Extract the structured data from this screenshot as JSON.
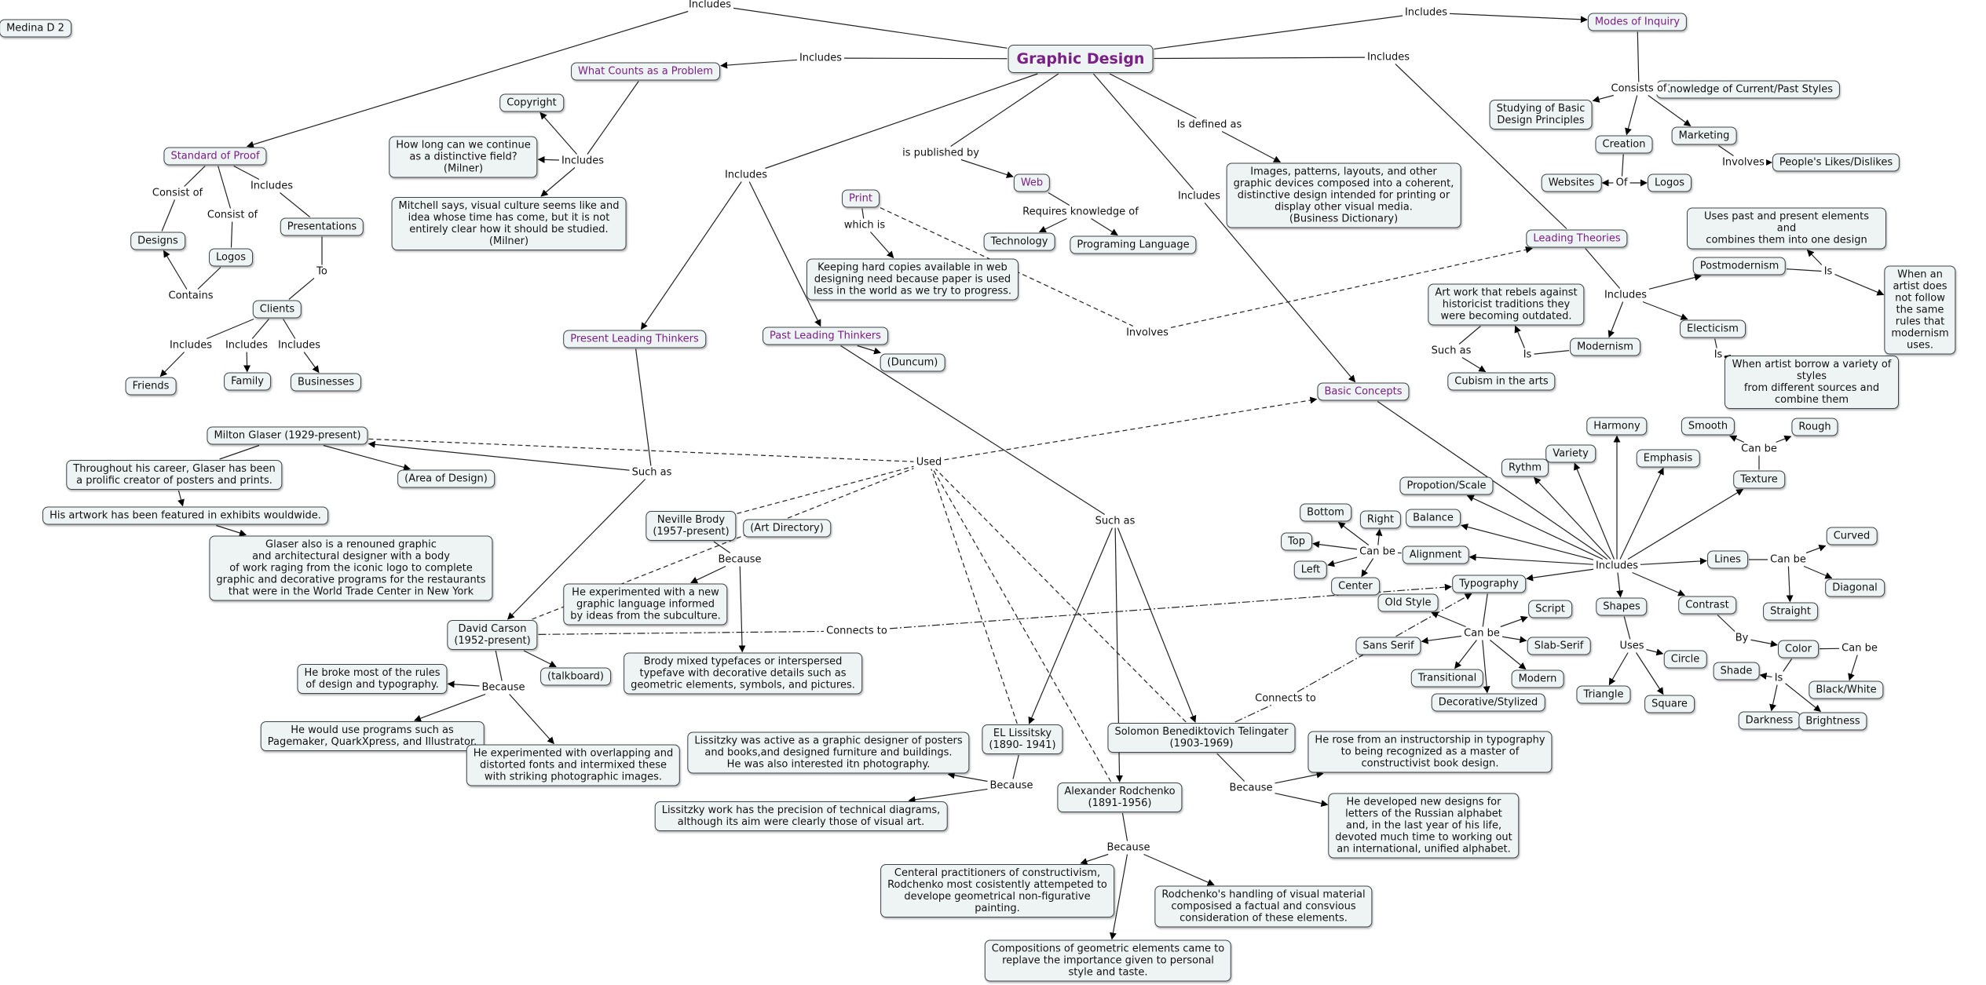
{
  "nodes": [
    {
      "id": "medina",
      "text": "Medina D 2",
      "cls": ""
    },
    {
      "id": "gd",
      "text": "Graphic Design",
      "cls": "root"
    },
    {
      "id": "wcp",
      "text": "What Counts as a Problem",
      "cls": "purple"
    },
    {
      "id": "moi",
      "text": "Modes of Inquiry",
      "cls": "purple"
    },
    {
      "id": "sop",
      "text": "Standard of Proof",
      "cls": "purple"
    },
    {
      "id": "copyright",
      "text": "Copyright",
      "cls": ""
    },
    {
      "id": "howlong",
      "text": "How long can we continue\nas a distinctive field?\n(Milner)",
      "cls": ""
    },
    {
      "id": "mitchell",
      "text": "Mitchell says, visual culture seems like and\nidea whose time has come, but it is not\nentirely clear how it should be studied.\n(Milner)",
      "cls": ""
    },
    {
      "id": "designs",
      "text": "Designs",
      "cls": ""
    },
    {
      "id": "logos1",
      "text": "Logos",
      "cls": ""
    },
    {
      "id": "presentations",
      "text": "Presentations",
      "cls": ""
    },
    {
      "id": "clients",
      "text": "Clients",
      "cls": ""
    },
    {
      "id": "friends",
      "text": "Friends",
      "cls": ""
    },
    {
      "id": "family",
      "text": "Family",
      "cls": ""
    },
    {
      "id": "businesses",
      "text": "Businesses",
      "cls": ""
    },
    {
      "id": "print",
      "text": "Print",
      "cls": "purple"
    },
    {
      "id": "web",
      "text": "Web",
      "cls": "purple"
    },
    {
      "id": "technology",
      "text": "Technology",
      "cls": ""
    },
    {
      "id": "proglang",
      "text": "Programing Language",
      "cls": ""
    },
    {
      "id": "keeping",
      "text": "Keeping hard copies available in web\ndesigning need because paper is used\nless in the world as we try to progress.",
      "cls": ""
    },
    {
      "id": "images",
      "text": "Images, patterns, layouts, and other\ngraphic devices composed into a coherent,\ndistinctive design intended for printing or\ndisplay other visual media.\n(Business Dictionary)",
      "cls": ""
    },
    {
      "id": "studying",
      "text": "Studying of Basic\nDesign Principles",
      "cls": ""
    },
    {
      "id": "knowledge",
      "text": "Knowledge of Current/Past Styles",
      "cls": ""
    },
    {
      "id": "creation",
      "text": "Creation",
      "cls": ""
    },
    {
      "id": "marketing",
      "text": "Marketing",
      "cls": ""
    },
    {
      "id": "websites",
      "text": "Websites",
      "cls": ""
    },
    {
      "id": "logos2",
      "text": "Logos",
      "cls": ""
    },
    {
      "id": "peoples",
      "text": "People's Likes/Dislikes",
      "cls": ""
    },
    {
      "id": "leading",
      "text": "Leading Theories",
      "cls": "purple"
    },
    {
      "id": "postmodernism",
      "text": "Postmodernism",
      "cls": ""
    },
    {
      "id": "usespast",
      "text": "Uses past and present elements and\ncombines them into one design",
      "cls": ""
    },
    {
      "id": "whenartist",
      "text": "When an artist does not follow\nthe same rules that modernism\nuses.",
      "cls": ""
    },
    {
      "id": "modernism",
      "text": "Modernism",
      "cls": ""
    },
    {
      "id": "artwork",
      "text": "Art work that rebels against\nhistoricist traditions they\nwere becoming outdated.",
      "cls": ""
    },
    {
      "id": "cubism",
      "text": "Cubism in the arts",
      "cls": ""
    },
    {
      "id": "eclecticism",
      "text": "Electicism",
      "cls": ""
    },
    {
      "id": "borrow",
      "text": "When artist borrow a variety of styles\nfrom different sources and combine them",
      "cls": ""
    },
    {
      "id": "present",
      "text": "Present Leading Thinkers",
      "cls": "purple"
    },
    {
      "id": "past",
      "text": "Past Leading Thinkers",
      "cls": "purple"
    },
    {
      "id": "duncum",
      "text": "(Duncum)",
      "cls": ""
    },
    {
      "id": "basic",
      "text": "Basic Concepts",
      "cls": "purple"
    },
    {
      "id": "milton",
      "text": "Milton Glaser (1929-present)",
      "cls": ""
    },
    {
      "id": "throughout",
      "text": "Throughout his career, Glaser has been\na prolific creator of posters and prints.",
      "cls": ""
    },
    {
      "id": "areaofdesign",
      "text": "(Area of Design)",
      "cls": ""
    },
    {
      "id": "exhibits",
      "text": "His artwork has been featured in exhibits wouldwide.",
      "cls": ""
    },
    {
      "id": "glaseralso",
      "text": "Glaser also is a renouned graphic\nand architectural designer with a body\nof work raging from the iconic logo to complete\ngraphic and decorative programs for the restaurants\nthat were in the World Trade Center in New York",
      "cls": ""
    },
    {
      "id": "brody",
      "text": "Neville Brody\n(1957-present)",
      "cls": ""
    },
    {
      "id": "artdirectory",
      "text": "(Art Directory)",
      "cls": ""
    },
    {
      "id": "newgraphic",
      "text": "He experimented with a new\ngraphic language informed\nby ideas from the subculture.",
      "cls": ""
    },
    {
      "id": "brodymixed",
      "text": "Brody mixed typefaces or interspersed\ntypefave with decorative details such as\ngeometric elements, symbols, and pictures.",
      "cls": ""
    },
    {
      "id": "carson",
      "text": "David Carson\n(1952-present)",
      "cls": ""
    },
    {
      "id": "talkboard",
      "text": "(talkboard)",
      "cls": ""
    },
    {
      "id": "broke",
      "text": "He broke most of the rules\nof design and typography.",
      "cls": ""
    },
    {
      "id": "woulduse",
      "text": "He would use programs such as\nPagemaker, QuarkXpress, and Illustrator.",
      "cls": ""
    },
    {
      "id": "overlapping",
      "text": "He experimented with overlapping and\ndistorted fonts and intermixed these\nwith striking photographic images.",
      "cls": ""
    },
    {
      "id": "lissitzky",
      "text": "EL Lissitsky\n(1890- 1941)",
      "cls": ""
    },
    {
      "id": "lissactive",
      "text": "Lissitzky was active as a graphic designer of posters\nand books,and designed furniture and buildings.\nHe was also interested itn photography.",
      "cls": ""
    },
    {
      "id": "lisswork",
      "text": "Lissitzky work has the precision of technical diagrams,\nalthough its aim were clearly those of visual art.",
      "cls": ""
    },
    {
      "id": "rodchenko",
      "text": "Alexander Rodchenko\n(1891-1956)",
      "cls": ""
    },
    {
      "id": "centeral",
      "text": "Centeral practitioners of constructivism,\nRodchenko most cosistently attempeted to\ndevelope geometrical non-figurative\npainting.",
      "cls": ""
    },
    {
      "id": "handling",
      "text": "Rodchenko's handling of visual material\ncomposised a factual and consvious\nconsideration of these elements.",
      "cls": ""
    },
    {
      "id": "compositions",
      "text": "Compositions of geometric elements came to\nreplave the importance given to personal\nstyle and taste.",
      "cls": ""
    },
    {
      "id": "telingater",
      "text": "Solomon Benediktovich Telingater\n(1903-1969)",
      "cls": ""
    },
    {
      "id": "rose",
      "text": "He rose from an instructorship in typography\nto being recognized as a master of\nconstructivist book design.",
      "cls": ""
    },
    {
      "id": "newdesigns",
      "text": "He developed new designs for\nletters of the Russian alphabet\nand, in the last year of his life,\ndevoted much time to working out\nan international, unified alphabet.",
      "cls": ""
    },
    {
      "id": "harmony",
      "text": "Harmony",
      "cls": ""
    },
    {
      "id": "variety",
      "text": "Variety",
      "cls": ""
    },
    {
      "id": "emphasis",
      "text": "Emphasis",
      "cls": ""
    },
    {
      "id": "rythm",
      "text": "Rythm",
      "cls": ""
    },
    {
      "id": "proportion",
      "text": "Propotion/Scale",
      "cls": ""
    },
    {
      "id": "balance",
      "text": "Balance",
      "cls": ""
    },
    {
      "id": "alignment",
      "text": "Alignment",
      "cls": ""
    },
    {
      "id": "bottom",
      "text": "Bottom",
      "cls": ""
    },
    {
      "id": "right",
      "text": "Right",
      "cls": ""
    },
    {
      "id": "top",
      "text": "Top",
      "cls": ""
    },
    {
      "id": "left",
      "text": "Left",
      "cls": ""
    },
    {
      "id": "center",
      "text": "Center",
      "cls": ""
    },
    {
      "id": "typography",
      "text": "Typography",
      "cls": ""
    },
    {
      "id": "oldstyle",
      "text": "Old Style",
      "cls": ""
    },
    {
      "id": "script",
      "text": "Script",
      "cls": ""
    },
    {
      "id": "sansserif",
      "text": "Sans Serif",
      "cls": ""
    },
    {
      "id": "slabserif",
      "text": "Slab-Serif",
      "cls": ""
    },
    {
      "id": "transitional",
      "text": "Transitional",
      "cls": ""
    },
    {
      "id": "modern",
      "text": "Modern",
      "cls": ""
    },
    {
      "id": "decorative",
      "text": "Decorative/Stylized",
      "cls": ""
    },
    {
      "id": "shapes",
      "text": "Shapes",
      "cls": ""
    },
    {
      "id": "circle",
      "text": "Circle",
      "cls": ""
    },
    {
      "id": "triangle",
      "text": "Triangle",
      "cls": ""
    },
    {
      "id": "square",
      "text": "Square",
      "cls": ""
    },
    {
      "id": "contrast",
      "text": "Contrast",
      "cls": ""
    },
    {
      "id": "color",
      "text": "Color",
      "cls": ""
    },
    {
      "id": "shade",
      "text": "Shade",
      "cls": ""
    },
    {
      "id": "blackwhite",
      "text": "Black/White",
      "cls": ""
    },
    {
      "id": "darkness",
      "text": "Darkness",
      "cls": ""
    },
    {
      "id": "brightness",
      "text": "Brightness",
      "cls": ""
    },
    {
      "id": "lines",
      "text": "Lines",
      "cls": ""
    },
    {
      "id": "curved",
      "text": "Curved",
      "cls": ""
    },
    {
      "id": "diagonal",
      "text": "Diagonal",
      "cls": ""
    },
    {
      "id": "straight",
      "text": "Straight",
      "cls": ""
    },
    {
      "id": "texture",
      "text": "Texture",
      "cls": ""
    },
    {
      "id": "smooth",
      "text": "Smooth",
      "cls": ""
    },
    {
      "id": "rough",
      "text": "Rough",
      "cls": ""
    }
  ],
  "labels": [
    {
      "id": "L_inc_top",
      "text": "Includes"
    },
    {
      "id": "L_inc_wcp",
      "text": "Includes"
    },
    {
      "id": "L_inc_moi",
      "text": "Includes"
    },
    {
      "id": "L_inc_lt",
      "text": "Includes"
    },
    {
      "id": "L_inc_milner",
      "text": "Includes"
    },
    {
      "id": "L_consist1",
      "text": "Consist of"
    },
    {
      "id": "L_consist2",
      "text": "Consist of"
    },
    {
      "id": "L_inc_sop",
      "text": "Includes"
    },
    {
      "id": "L_to",
      "text": "To"
    },
    {
      "id": "L_contains",
      "text": "Contains"
    },
    {
      "id": "L_inc_c1",
      "text": "Includes"
    },
    {
      "id": "L_inc_c2",
      "text": "Includes"
    },
    {
      "id": "L_inc_c3",
      "text": "Includes"
    },
    {
      "id": "L_inc_thinkers",
      "text": "Includes"
    },
    {
      "id": "L_published",
      "text": "is published by"
    },
    {
      "id": "L_requires",
      "text": "Requires knowledge of"
    },
    {
      "id": "L_whichis",
      "text": "which is"
    },
    {
      "id": "L_defined",
      "text": "Is defined as"
    },
    {
      "id": "L_inc_basic",
      "text": "Includes"
    },
    {
      "id": "L_consists",
      "text": "Consists of"
    },
    {
      "id": "L_of",
      "text": "Of"
    },
    {
      "id": "L_involves1",
      "text": "Involves"
    },
    {
      "id": "L_inc_theories",
      "text": "Includes"
    },
    {
      "id": "L_is_pm",
      "text": "Is"
    },
    {
      "id": "L_is_mod",
      "text": "Is"
    },
    {
      "id": "L_suchas_mod",
      "text": "Such as"
    },
    {
      "id": "L_is_ecl",
      "text": "Is"
    },
    {
      "id": "L_involves2",
      "text": "Involves"
    },
    {
      "id": "L_used",
      "text": "Used"
    },
    {
      "id": "L_suchas_present",
      "text": "Such as"
    },
    {
      "id": "L_suchas_past",
      "text": "Such as"
    },
    {
      "id": "L_because_brody",
      "text": "Because"
    },
    {
      "id": "L_because_carson",
      "text": "Because"
    },
    {
      "id": "L_connects1",
      "text": "Connects to"
    },
    {
      "id": "L_because_liss",
      "text": "Because"
    },
    {
      "id": "L_because_rod",
      "text": "Because"
    },
    {
      "id": "L_because_tel",
      "text": "Because"
    },
    {
      "id": "L_connects2",
      "text": "Connects to"
    },
    {
      "id": "L_inc_concepts",
      "text": "Includes"
    },
    {
      "id": "L_canbe_align",
      "text": "Can be"
    },
    {
      "id": "L_canbe_typo",
      "text": "Can be"
    },
    {
      "id": "L_uses",
      "text": "Uses"
    },
    {
      "id": "L_by",
      "text": "By"
    },
    {
      "id": "L_canbe_color",
      "text": "Can be"
    },
    {
      "id": "L_is_color",
      "text": "Is"
    },
    {
      "id": "L_canbe_lines",
      "text": "Can be"
    },
    {
      "id": "L_canbe_texture",
      "text": "Can be"
    }
  ]
}
